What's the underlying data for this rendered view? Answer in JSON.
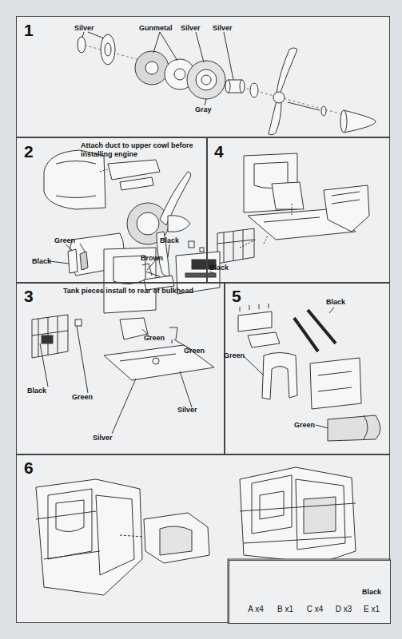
{
  "diagram": {
    "nodes": [
      {
        "text": [
          "1"
        ]
      },
      {
        "text": [
          "2",
          "Attach duct to upper cowl before installing engine"
        ]
      },
      {
        "text": [
          "4"
        ]
      },
      {
        "text": [
          "3",
          "Tank pieces install to rear of bulkhead"
        ]
      },
      {
        "text": [
          "5"
        ]
      },
      {
        "text": [
          "6"
        ]
      },
      {
        "text": [
          "A x4",
          "B x1",
          "C x4",
          "D x3",
          "Black",
          "E x1"
        ],
        "in": 5
      }
    ],
    "labels": [
      "Silver",
      "Gunmetal",
      "Silver",
      "Silver",
      "Gray",
      "Green",
      "Black",
      "Black",
      "Brown",
      "Black",
      "Black",
      "Green",
      "Green",
      "Green",
      "Silver",
      "Silver",
      "Black",
      "Green",
      "Green"
    ]
  }
}
